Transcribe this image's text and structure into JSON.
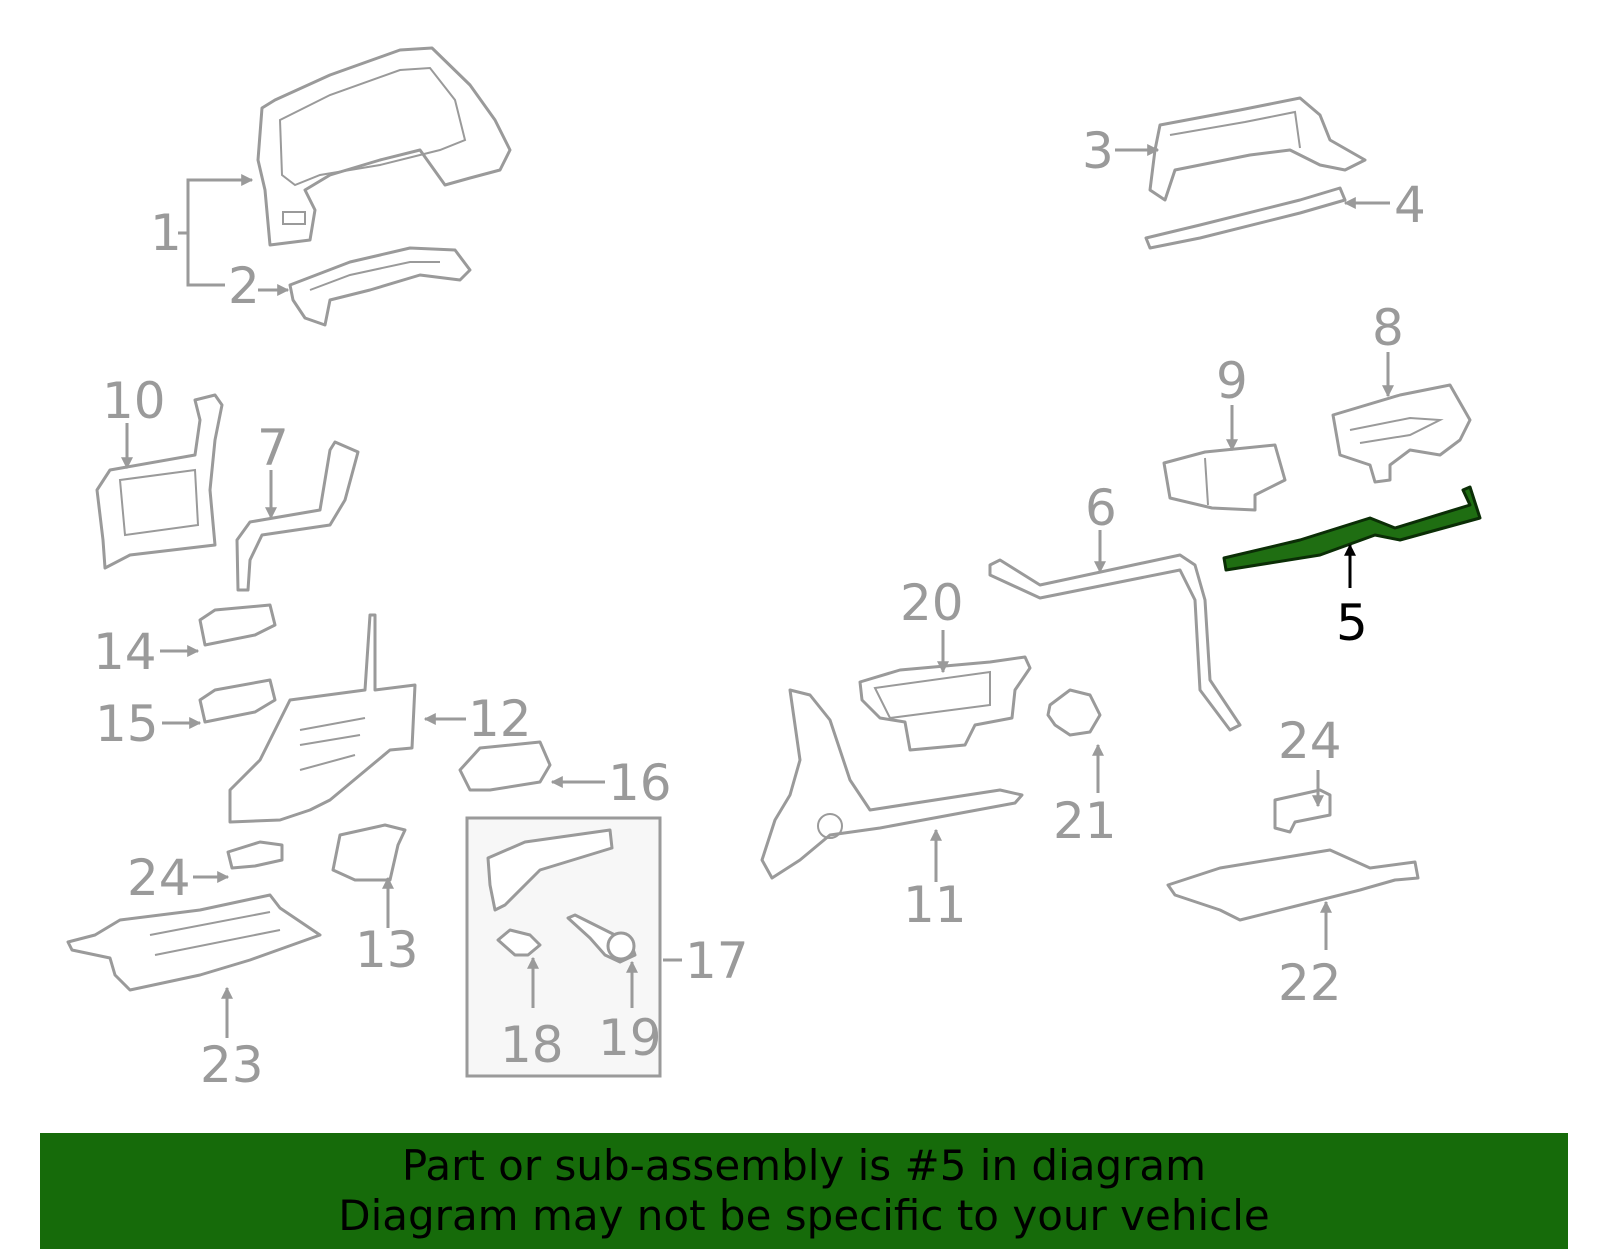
{
  "diagram": {
    "highlight_color": "#1f6e12",
    "part_color": "#9a9a9a",
    "callouts": [
      "1",
      "2",
      "3",
      "4",
      "5",
      "6",
      "7",
      "8",
      "9",
      "10",
      "11",
      "12",
      "13",
      "14",
      "15",
      "16",
      "17",
      "18",
      "19",
      "20",
      "21",
      "22",
      "23",
      "24",
      "24"
    ],
    "highlighted_part": "5"
  },
  "banner": {
    "background": "#166b0a",
    "line1": "Part or sub-assembly is #5 in diagram",
    "line2": "Diagram may not be specific to your vehicle"
  }
}
